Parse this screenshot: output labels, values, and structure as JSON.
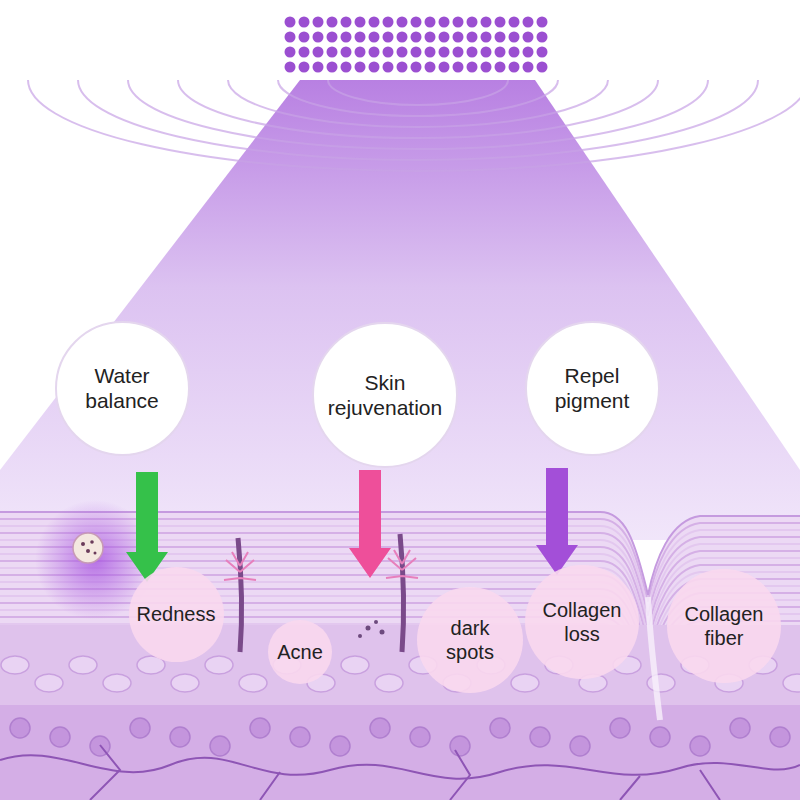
{
  "diagram": {
    "nodes": [
      {
        "text": [
          "Water balance"
        ]
      },
      {
        "text": [
          "Skin rejuvenation"
        ]
      },
      {
        "text": [
          "Repel pigment"
        ]
      },
      {
        "text": [
          "Redness"
        ]
      },
      {
        "text": [
          "Acne"
        ]
      },
      {
        "text": [
          "dark spots"
        ]
      },
      {
        "text": [
          "Collagen loss"
        ]
      },
      {
        "text": [
          "Collagen fiber"
        ]
      }
    ]
  }
}
